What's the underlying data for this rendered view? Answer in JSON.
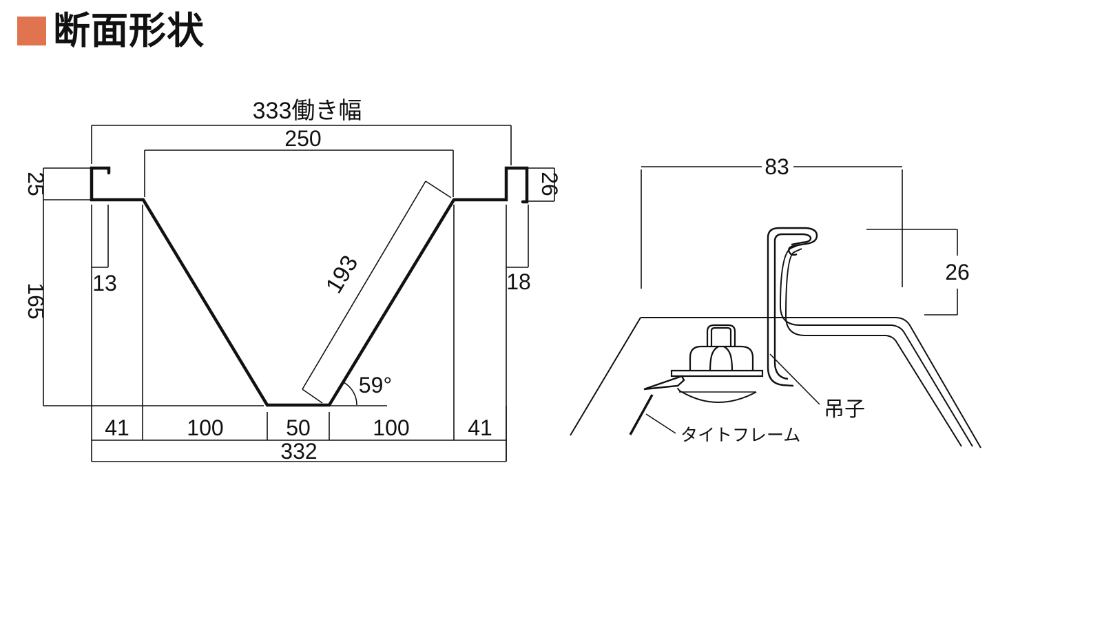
{
  "title": "断面形状",
  "colors": {
    "accent": "#E0744E",
    "line": "#111111"
  },
  "left_profile": {
    "working_width": "333働き幅",
    "inner_width": "250",
    "lip_height": "25",
    "lip_return": "13",
    "depth": "165",
    "slope_length": "193",
    "angle": "59°",
    "segments": [
      "41",
      "100",
      "50",
      "100",
      "41"
    ],
    "total_width": "332",
    "right_seam_width": "18",
    "right_seam_height": "26"
  },
  "right_detail": {
    "top_width": "83",
    "seam_height": "26",
    "clip_label": "吊子",
    "frame_label": "タイトフレーム"
  }
}
